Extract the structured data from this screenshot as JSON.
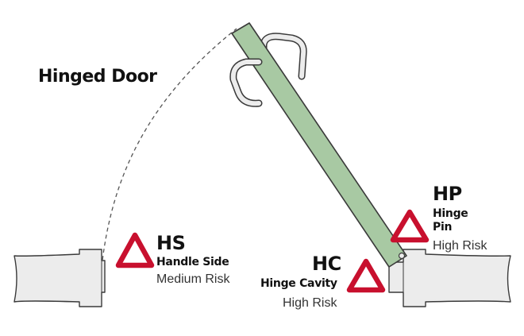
{
  "diagram": {
    "title": "Hinged Door",
    "colors": {
      "door_fill": "#a8c9a3",
      "wall_fill": "#ececec",
      "outline": "#3a3a3a",
      "warning_red": "#c8102e",
      "text": "#111111"
    },
    "icons": [
      "warning-triangle-icon",
      "door-handle-icon",
      "hinge-icon"
    ],
    "zones": [
      {
        "code": "HS",
        "name": "Handle Side",
        "risk": "Medium Risk"
      },
      {
        "code": "HC",
        "name": "Hinge Cavity",
        "risk": "High Risk"
      },
      {
        "code": "HP",
        "name_line1": "Hinge",
        "name_line2": "Pin",
        "risk": "High Risk"
      }
    ]
  }
}
